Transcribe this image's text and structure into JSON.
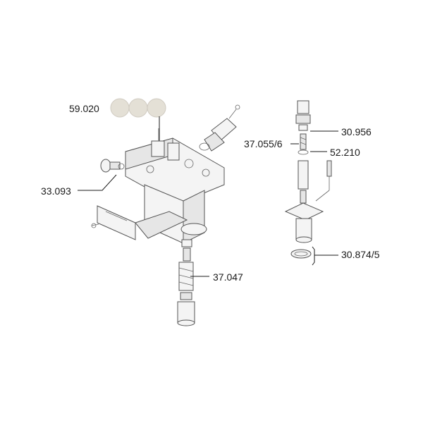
{
  "callouts": {
    "c59020": "59.020",
    "c33093": "33.093",
    "c37047": "37.047",
    "c30956": "30.956",
    "c37055": "37.055/6",
    "c52210": "52.210",
    "c30874": "30.874/5"
  },
  "colors": {
    "line": "#1a1a1a",
    "part_stroke": "#555555",
    "cap_fill": "#e4e0d6"
  }
}
